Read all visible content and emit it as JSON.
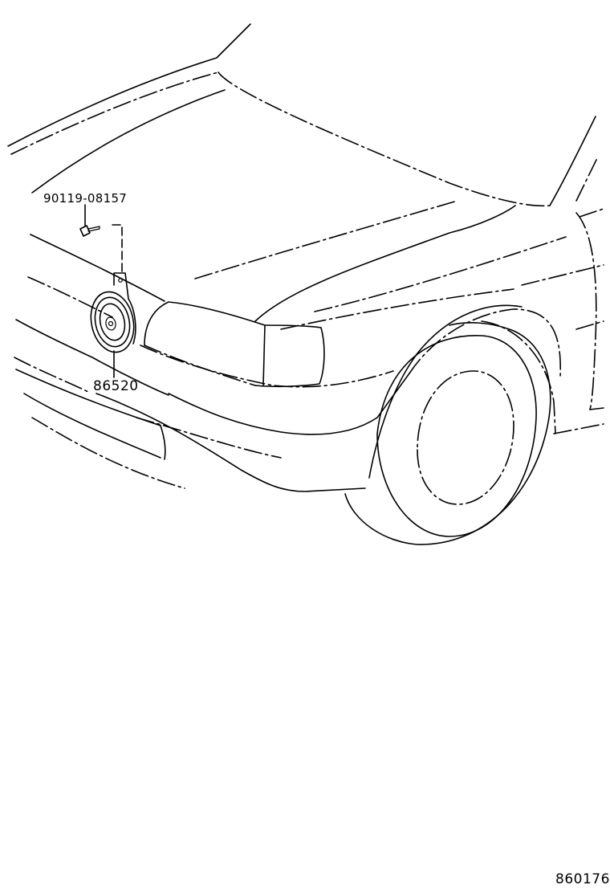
{
  "callouts": {
    "bolt_part_number": "90119-08157",
    "horn_part_number": "86520"
  },
  "figure_code": "860176",
  "colors": {
    "line": "#000000",
    "background": "#ffffff"
  }
}
